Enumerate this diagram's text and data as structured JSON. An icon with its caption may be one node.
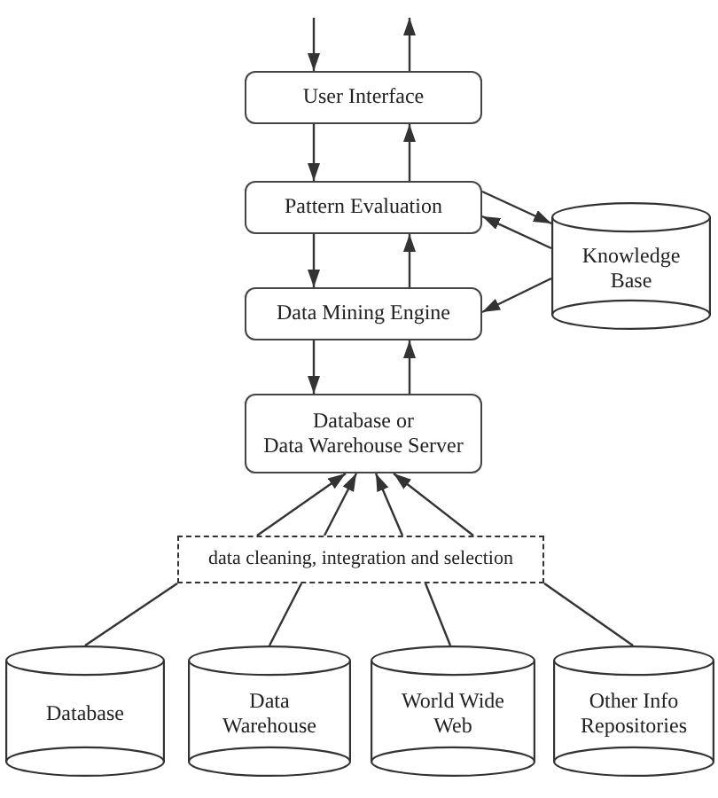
{
  "diagram": {
    "nodes": [
      {
        "text": [
          "User Interface"
        ]
      },
      {
        "text": [
          "Pattern Evaluation"
        ]
      },
      {
        "text": [
          "Data Mining Engine"
        ]
      },
      {
        "text": [
          "Database or Data Warehouse Server"
        ]
      },
      {
        "text": [
          "data cleaning, integration and selection"
        ]
      },
      {
        "text": [
          "Knowledge Base"
        ]
      },
      {
        "text": [
          "Database"
        ]
      },
      {
        "text": [
          "Data Warehouse"
        ]
      },
      {
        "text": [
          "World Wide Web"
        ]
      },
      {
        "text": [
          "Other Info Repositories"
        ]
      }
    ],
    "edges": [
      {
        "from": null,
        "to": 0,
        "arrow": "to"
      },
      {
        "from": 0,
        "to": null,
        "arrow": "to"
      },
      {
        "from": 0,
        "to": 1,
        "arrow": "to"
      },
      {
        "from": 1,
        "to": 0,
        "arrow": "to"
      },
      {
        "from": 1,
        "to": 5,
        "arrow": "to"
      },
      {
        "from": 5,
        "to": 1,
        "arrow": "to"
      },
      {
        "from": 1,
        "to": 2,
        "arrow": "to"
      },
      {
        "from": 2,
        "to": 1,
        "arrow": "to"
      },
      {
        "from": 5,
        "to": 2,
        "arrow": "to"
      },
      {
        "from": 2,
        "to": 3,
        "arrow": "to"
      },
      {
        "from": 3,
        "to": 2,
        "arrow": "to"
      },
      {
        "from": 4,
        "to": 3,
        "arrow": "to"
      },
      {
        "from": 4,
        "to": 3,
        "arrow": "to"
      },
      {
        "from": 4,
        "to": 3,
        "arrow": "to"
      },
      {
        "from": 4,
        "to": 3,
        "arrow": "to"
      },
      {
        "from": 6,
        "to": 4,
        "arrow": "none"
      },
      {
        "from": 7,
        "to": 4,
        "arrow": "none"
      },
      {
        "from": 8,
        "to": 4,
        "arrow": "none"
      },
      {
        "from": 9,
        "to": 4,
        "arrow": "none"
      }
    ]
  }
}
